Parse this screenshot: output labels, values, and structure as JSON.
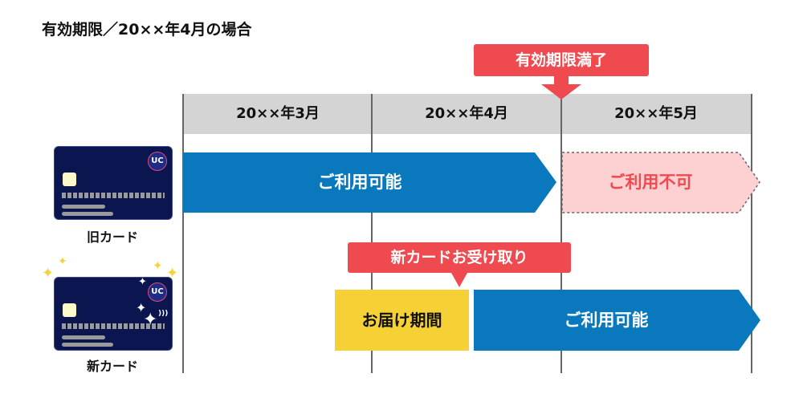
{
  "title": "有効期限／20××年4月の場合",
  "months": [
    "20××年3月",
    "20××年4月",
    "20××年5月"
  ],
  "expiry_callout": "有効期限満了",
  "receive_callout": "新カードお受け取り",
  "old_card": {
    "label": "旧カード",
    "available": "ご利用可能",
    "unavailable": "ご利用不可"
  },
  "new_card": {
    "label": "新カード",
    "delivery": "お届け期間",
    "available": "ご利用可能"
  },
  "logo_text": "UC",
  "colors": {
    "blue": "#0a78bd",
    "red": "#ef4a4f",
    "pink": "#fdd0d2",
    "yellow": "#f5d135",
    "header": "#d4d4d4",
    "card": "#0b1550"
  }
}
